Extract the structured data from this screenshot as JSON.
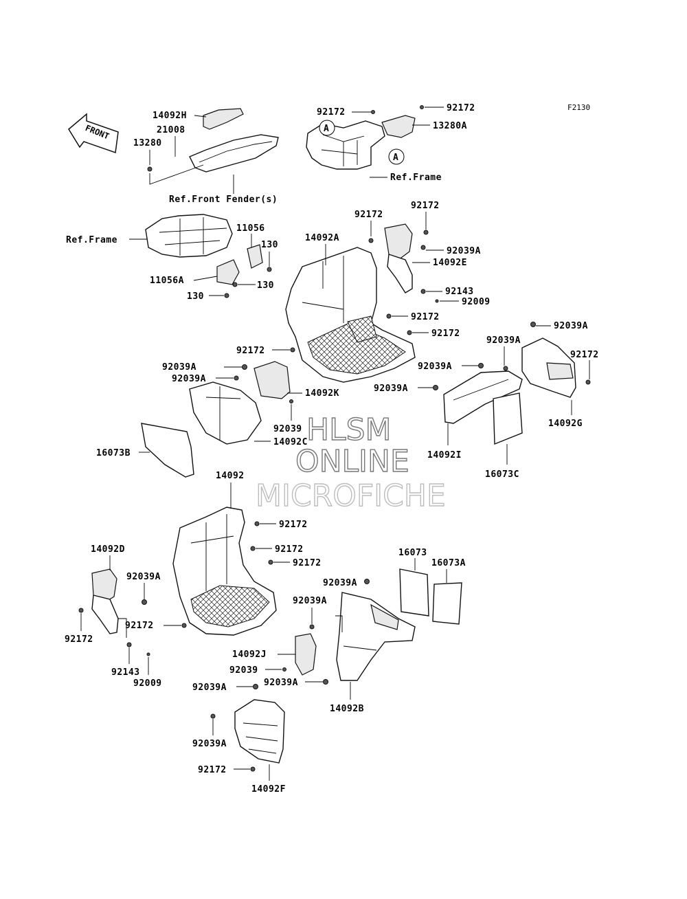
{
  "diagram": {
    "figure_code": "F2130",
    "front_marker": "FRONT",
    "circle_marker": "A",
    "watermark": [
      "HLSM",
      "ONLINE",
      "MICROFICHE"
    ],
    "labels": {
      "p14092H": "14092H",
      "p21008": "21008",
      "p13280": "13280",
      "refFrontFender": "Ref.Front Fender(s)",
      "p92172_tl": "92172",
      "p92172_tr": "92172",
      "p13280A": "13280A",
      "refFrame_top": "Ref.Frame",
      "refFrame_mid": "Ref.Frame",
      "p11056": "11056",
      "p130_a": "130",
      "p11056A": "11056A",
      "p130_b": "130",
      "p130_c": "130",
      "p14092A": "14092A",
      "p92172_m1": "92172",
      "p92172_m2": "92172",
      "p92039A_m1": "92039A",
      "p14092E": "14092E",
      "p92143_m": "92143",
      "p92009_m": "92009",
      "p92172_m3": "92172",
      "p92172_m4": "92172",
      "p92172_m5": "92172",
      "p92039A_r1": "92039A",
      "p92039A_r2": "92039A",
      "p92172_r": "92172",
      "p92039A_r3": "92039A",
      "p92039A_r4": "92039A",
      "p14092G": "14092G",
      "p92039A_l1": "92039A",
      "p92039A_l2": "92039A",
      "p14092K": "14092K",
      "p92039_l": "92039",
      "p14092C": "14092C",
      "p16073B": "16073B",
      "p14092I": "14092I",
      "p16073C": "16073C",
      "p14092": "14092",
      "p92172_b1": "92172",
      "p92172_b2": "92172",
      "p92172_b3": "92172",
      "p14092D": "14092D",
      "p92039A_b1": "92039A",
      "p92172_b4": "92172",
      "p92172_b5": "92172",
      "p92143_b": "92143",
      "p92009_b": "92009",
      "p16073": "16073",
      "p16073A": "16073A",
      "p92039A_b2": "92039A",
      "p92039A_b3": "92039A",
      "p14092J": "14092J",
      "p92039_b": "92039",
      "p92039A_b4": "92039A",
      "p14092B": "14092B",
      "p92039A_b5": "92039A",
      "p92039A_b6": "92039A",
      "p92172_b6": "92172",
      "p14092F": "14092F"
    }
  }
}
